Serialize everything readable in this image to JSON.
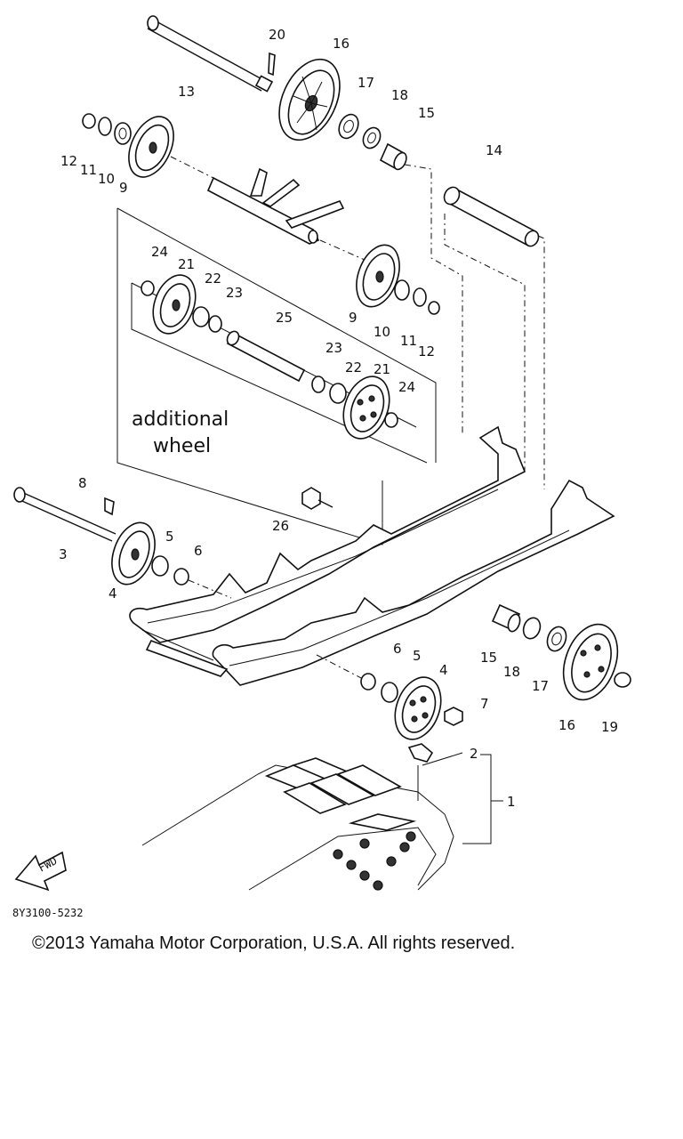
{
  "diagram": {
    "part_labels": [
      "20",
      "16",
      "13",
      "17",
      "18",
      "15",
      "12",
      "11",
      "10",
      "9",
      "14",
      "24",
      "21",
      "22",
      "23",
      "25",
      "9",
      "10",
      "11",
      "12",
      "23",
      "22",
      "21",
      "24",
      "8",
      "26",
      "3",
      "5",
      "6",
      "4",
      "15",
      "18",
      "17",
      "16",
      "19",
      "6",
      "5",
      "4",
      "7",
      "2",
      "1"
    ],
    "annotation_line1": "additional",
    "annotation_line2": "wheel",
    "fwd_label": "FWD",
    "diagram_code": "8Y3100-5232"
  },
  "footer": {
    "copyright": "©2013 Yamaha Motor Corporation, U.S.A. All rights reserved."
  }
}
